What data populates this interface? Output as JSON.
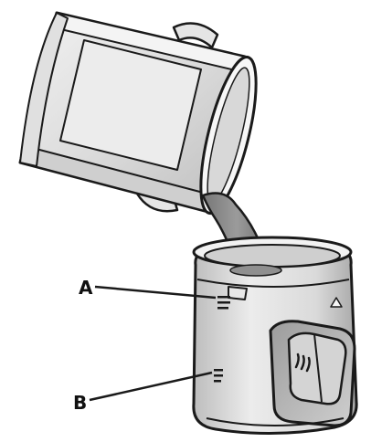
{
  "diagram": {
    "callouts": [
      {
        "id": "A",
        "label": "A",
        "target": "max-fill-marking"
      },
      {
        "id": "B",
        "label": "B",
        "target": "min-fill-marking"
      }
    ],
    "colors": {
      "line": "#1a1a1a",
      "body_light": "#e6e6e6",
      "body_mid": "#c9c9c9",
      "body_dark": "#9a9a9a",
      "oil": "#8a8a8a",
      "background": "#ffffff"
    }
  }
}
